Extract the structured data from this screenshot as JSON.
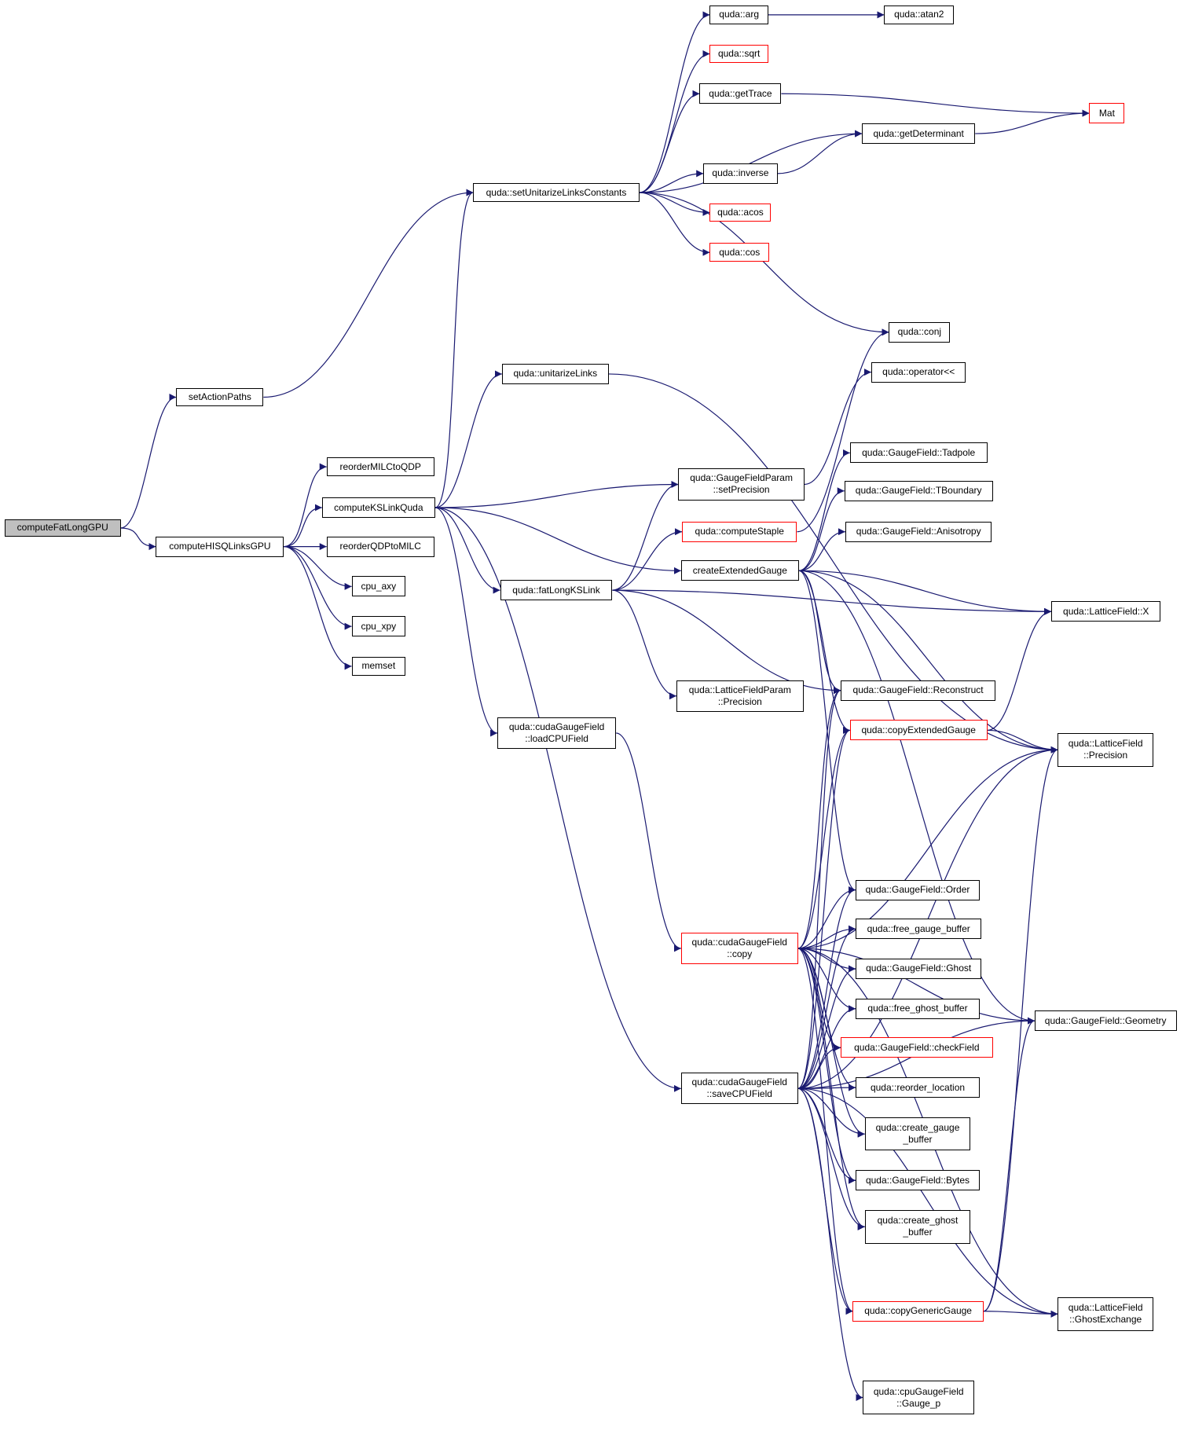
{
  "graph": {
    "nodes": [
      {
        "id": "computeFatLongGPU",
        "label": "computeFatLongGPU",
        "color": "root"
      },
      {
        "id": "setActionPaths",
        "label": "setActionPaths",
        "color": "black"
      },
      {
        "id": "computeHISQLinksGPU",
        "label": "computeHISQLinksGPU",
        "color": "black"
      },
      {
        "id": "reorderMILCtoQDP",
        "label": "reorderMILCtoQDP",
        "color": "black"
      },
      {
        "id": "computeKSLinkQuda",
        "label": "computeKSLinkQuda",
        "color": "black"
      },
      {
        "id": "reorderQDPtoMILC",
        "label": "reorderQDPtoMILC",
        "color": "black"
      },
      {
        "id": "cpu_axy",
        "label": "cpu_axy",
        "color": "black"
      },
      {
        "id": "cpu_xpy",
        "label": "cpu_xpy",
        "color": "black"
      },
      {
        "id": "memset",
        "label": "memset",
        "color": "black"
      },
      {
        "id": "setUnitarizeLinksConstants",
        "label": "quda::setUnitarizeLinksConstants",
        "color": "black"
      },
      {
        "id": "unitarizeLinks",
        "label": "quda::unitarizeLinks",
        "color": "black"
      },
      {
        "id": "fatLongKSLink",
        "label": "quda::fatLongKSLink",
        "color": "black"
      },
      {
        "id": "loadCPUField",
        "label": "quda::cudaGaugeField\n::loadCPUField",
        "color": "black"
      },
      {
        "id": "arg",
        "label": "quda::arg",
        "color": "black"
      },
      {
        "id": "sqrt",
        "label": "quda::sqrt",
        "color": "red"
      },
      {
        "id": "getTrace",
        "label": "quda::getTrace",
        "color": "black"
      },
      {
        "id": "inverse",
        "label": "quda::inverse",
        "color": "black"
      },
      {
        "id": "acos",
        "label": "quda::acos",
        "color": "red"
      },
      {
        "id": "cos",
        "label": "quda::cos",
        "color": "red"
      },
      {
        "id": "atan2",
        "label": "quda::atan2",
        "color": "black"
      },
      {
        "id": "Mat",
        "label": "Mat",
        "color": "red"
      },
      {
        "id": "getDeterminant",
        "label": "quda::getDeterminant",
        "color": "black"
      },
      {
        "id": "conj",
        "label": "quda::conj",
        "color": "black"
      },
      {
        "id": "operatorLL",
        "label": "quda::operator<<",
        "color": "black"
      },
      {
        "id": "setPrecision",
        "label": "quda::GaugeFieldParam\n::setPrecision",
        "color": "black"
      },
      {
        "id": "computeStaple",
        "label": "quda::computeStaple",
        "color": "red"
      },
      {
        "id": "createExtendedGauge",
        "label": "createExtendedGauge",
        "color": "black"
      },
      {
        "id": "Tadpole",
        "label": "quda::GaugeField::Tadpole",
        "color": "black"
      },
      {
        "id": "TBoundary",
        "label": "quda::GaugeField::TBoundary",
        "color": "black"
      },
      {
        "id": "Anisotropy",
        "label": "quda::GaugeField::Anisotropy",
        "color": "black"
      },
      {
        "id": "LFX",
        "label": "quda::LatticeField::X",
        "color": "black"
      },
      {
        "id": "LFParamPrecision",
        "label": "quda::LatticeFieldParam\n::Precision",
        "color": "black"
      },
      {
        "id": "Reconstruct",
        "label": "quda::GaugeField::Reconstruct",
        "color": "black"
      },
      {
        "id": "copyExtendedGauge",
        "label": "quda::copyExtendedGauge",
        "color": "red"
      },
      {
        "id": "LFPrecision",
        "label": "quda::LatticeField\n::Precision",
        "color": "black"
      },
      {
        "id": "Order",
        "label": "quda::GaugeField::Order",
        "color": "black"
      },
      {
        "id": "cudaCopy",
        "label": "quda::cudaGaugeField\n::copy",
        "color": "red"
      },
      {
        "id": "free_gauge_buffer",
        "label": "quda::free_gauge_buffer",
        "color": "black"
      },
      {
        "id": "Ghost",
        "label": "quda::GaugeField::Ghost",
        "color": "black"
      },
      {
        "id": "free_ghost_buffer",
        "label": "quda::free_ghost_buffer",
        "color": "black"
      },
      {
        "id": "Geometry",
        "label": "quda::GaugeField::Geometry",
        "color": "black"
      },
      {
        "id": "checkField",
        "label": "quda::GaugeField::checkField",
        "color": "red"
      },
      {
        "id": "saveCPUField",
        "label": "quda::cudaGaugeField\n::saveCPUField",
        "color": "black"
      },
      {
        "id": "reorder_location",
        "label": "quda::reorder_location",
        "color": "black"
      },
      {
        "id": "create_gauge_buffer",
        "label": "quda::create_gauge\n_buffer",
        "color": "black"
      },
      {
        "id": "Bytes",
        "label": "quda::GaugeField::Bytes",
        "color": "black"
      },
      {
        "id": "create_ghost_buffer",
        "label": "quda::create_ghost\n_buffer",
        "color": "black"
      },
      {
        "id": "copyGenericGauge",
        "label": "quda::copyGenericGauge",
        "color": "red"
      },
      {
        "id": "GhostExchange",
        "label": "quda::LatticeField\n::GhostExchange",
        "color": "black"
      },
      {
        "id": "Gauge_p",
        "label": "quda::cpuGaugeField\n::Gauge_p",
        "color": "black"
      }
    ],
    "edges": [
      [
        "computeFatLongGPU",
        "setActionPaths"
      ],
      [
        "computeFatLongGPU",
        "computeHISQLinksGPU"
      ],
      [
        "setActionPaths",
        "setUnitarizeLinksConstants"
      ],
      [
        "computeHISQLinksGPU",
        "reorderMILCtoQDP"
      ],
      [
        "computeHISQLinksGPU",
        "computeKSLinkQuda"
      ],
      [
        "computeHISQLinksGPU",
        "reorderQDPtoMILC"
      ],
      [
        "computeHISQLinksGPU",
        "cpu_axy"
      ],
      [
        "computeHISQLinksGPU",
        "cpu_xpy"
      ],
      [
        "computeHISQLinksGPU",
        "memset"
      ],
      [
        "computeKSLinkQuda",
        "setUnitarizeLinksConstants"
      ],
      [
        "computeKSLinkQuda",
        "unitarizeLinks"
      ],
      [
        "computeKSLinkQuda",
        "setPrecision"
      ],
      [
        "computeKSLinkQuda",
        "createExtendedGauge"
      ],
      [
        "computeKSLinkQuda",
        "fatLongKSLink"
      ],
      [
        "computeKSLinkQuda",
        "loadCPUField"
      ],
      [
        "computeKSLinkQuda",
        "saveCPUField"
      ],
      [
        "setUnitarizeLinksConstants",
        "arg"
      ],
      [
        "setUnitarizeLinksConstants",
        "sqrt"
      ],
      [
        "setUnitarizeLinksConstants",
        "getTrace"
      ],
      [
        "setUnitarizeLinksConstants",
        "getDeterminant"
      ],
      [
        "setUnitarizeLinksConstants",
        "inverse"
      ],
      [
        "setUnitarizeLinksConstants",
        "acos"
      ],
      [
        "setUnitarizeLinksConstants",
        "cos"
      ],
      [
        "setUnitarizeLinksConstants",
        "conj"
      ],
      [
        "arg",
        "atan2"
      ],
      [
        "getTrace",
        "Mat"
      ],
      [
        "getDeterminant",
        "Mat"
      ],
      [
        "inverse",
        "getDeterminant"
      ],
      [
        "unitarizeLinks",
        "LFPrecision"
      ],
      [
        "fatLongKSLink",
        "setPrecision"
      ],
      [
        "fatLongKSLink",
        "computeStaple"
      ],
      [
        "fatLongKSLink",
        "LFX"
      ],
      [
        "fatLongKSLink",
        "Reconstruct"
      ],
      [
        "fatLongKSLink",
        "LFParamPrecision"
      ],
      [
        "setPrecision",
        "operatorLL"
      ],
      [
        "computeStaple",
        "conj"
      ],
      [
        "createExtendedGauge",
        "Tadpole"
      ],
      [
        "createExtendedGauge",
        "TBoundary"
      ],
      [
        "createExtendedGauge",
        "Anisotropy"
      ],
      [
        "createExtendedGauge",
        "LFX"
      ],
      [
        "createExtendedGauge",
        "Reconstruct"
      ],
      [
        "createExtendedGauge",
        "copyExtendedGauge"
      ],
      [
        "createExtendedGauge",
        "LFPrecision"
      ],
      [
        "createExtendedGauge",
        "Order"
      ],
      [
        "createExtendedGauge",
        "Geometry"
      ],
      [
        "copyExtendedGauge",
        "LFX"
      ],
      [
        "copyExtendedGauge",
        "LFPrecision"
      ],
      [
        "loadCPUField",
        "cudaCopy"
      ],
      [
        "cudaCopy",
        "Reconstruct"
      ],
      [
        "cudaCopy",
        "copyExtendedGauge"
      ],
      [
        "cudaCopy",
        "LFPrecision"
      ],
      [
        "cudaCopy",
        "Order"
      ],
      [
        "cudaCopy",
        "free_gauge_buffer"
      ],
      [
        "cudaCopy",
        "Ghost"
      ],
      [
        "cudaCopy",
        "free_ghost_buffer"
      ],
      [
        "cudaCopy",
        "checkField"
      ],
      [
        "cudaCopy",
        "reorder_location"
      ],
      [
        "cudaCopy",
        "create_gauge_buffer"
      ],
      [
        "cudaCopy",
        "Bytes"
      ],
      [
        "cudaCopy",
        "create_ghost_buffer"
      ],
      [
        "cudaCopy",
        "copyGenericGauge"
      ],
      [
        "cudaCopy",
        "Geometry"
      ],
      [
        "cudaCopy",
        "GhostExchange"
      ],
      [
        "saveCPUField",
        "Reconstruct"
      ],
      [
        "saveCPUField",
        "copyExtendedGauge"
      ],
      [
        "saveCPUField",
        "LFPrecision"
      ],
      [
        "saveCPUField",
        "Order"
      ],
      [
        "saveCPUField",
        "free_gauge_buffer"
      ],
      [
        "saveCPUField",
        "Ghost"
      ],
      [
        "saveCPUField",
        "free_ghost_buffer"
      ],
      [
        "saveCPUField",
        "checkField"
      ],
      [
        "saveCPUField",
        "reorder_location"
      ],
      [
        "saveCPUField",
        "create_gauge_buffer"
      ],
      [
        "saveCPUField",
        "Bytes"
      ],
      [
        "saveCPUField",
        "create_ghost_buffer"
      ],
      [
        "saveCPUField",
        "copyGenericGauge"
      ],
      [
        "saveCPUField",
        "Geometry"
      ],
      [
        "saveCPUField",
        "Gauge_p"
      ],
      [
        "saveCPUField",
        "GhostExchange"
      ],
      [
        "copyGenericGauge",
        "LFPrecision"
      ],
      [
        "copyGenericGauge",
        "Geometry"
      ],
      [
        "copyGenericGauge",
        "GhostExchange"
      ]
    ]
  }
}
